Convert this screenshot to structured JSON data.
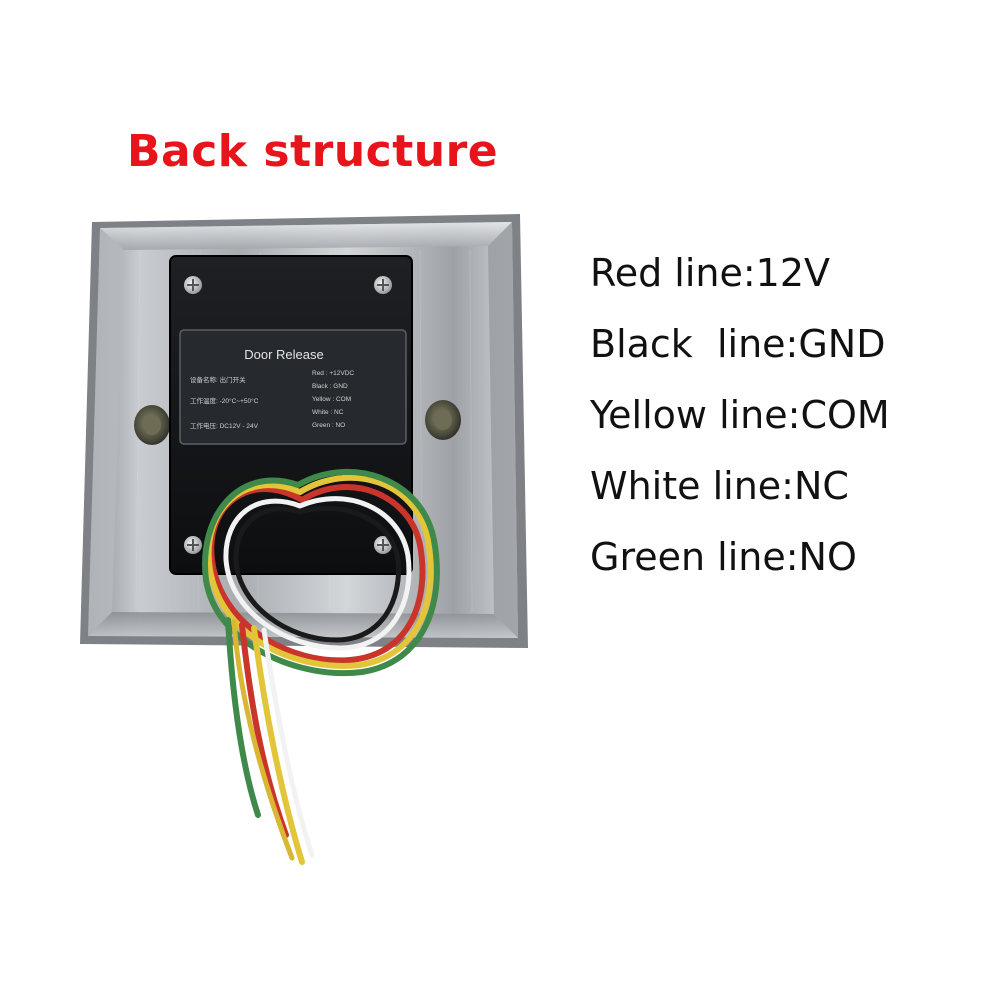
{
  "heading": {
    "text": "Back structure",
    "color": "#e8141b"
  },
  "device_label": {
    "title": "Door Release",
    "left_rows": [
      "设备名称: 出门开关",
      "工作温度: -20°C~+50°C",
      "工作电压: DC12V - 24V"
    ],
    "right_rows": [
      "Red : +12VDC",
      "Black : GND",
      "Yellow : COM",
      "White : NC",
      "Green : NO"
    ]
  },
  "wires": [
    {
      "name": "Red",
      "color": "#c9352b"
    },
    {
      "name": "Black",
      "color": "#1a1a1a"
    },
    {
      "name": "Yellow",
      "color": "#e3c53a"
    },
    {
      "name": "White",
      "color": "#f2f2f2"
    },
    {
      "name": "Green",
      "color": "#3f8a4a"
    }
  ],
  "wiring_legend": [
    {
      "text": "Red line:12V"
    },
    {
      "text": "Black  line:GND"
    },
    {
      "text": "Yellow line:COM"
    },
    {
      "text": "White line:NC"
    },
    {
      "text": "Green line:NO"
    }
  ]
}
